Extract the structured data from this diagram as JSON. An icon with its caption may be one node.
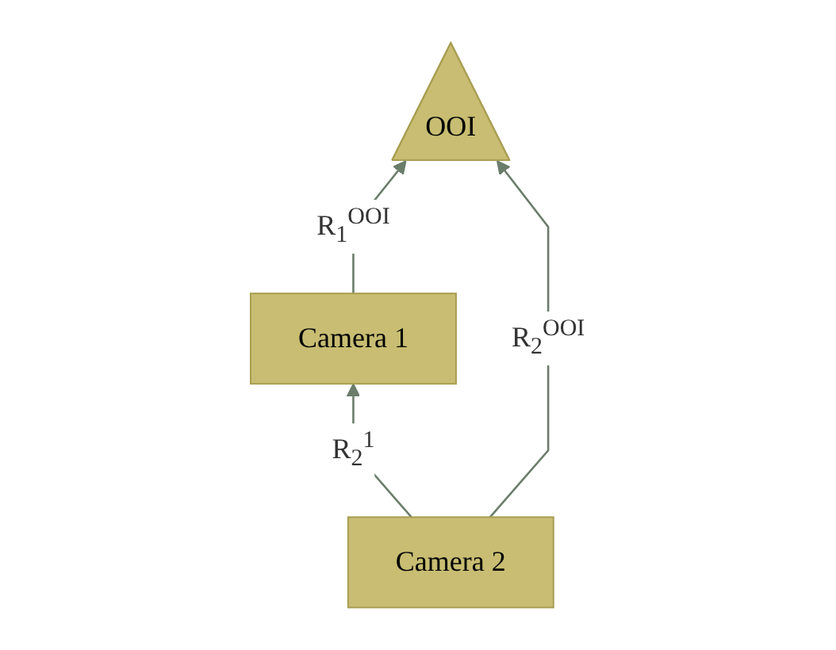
{
  "diagram": {
    "nodes": [
      {
        "text": [
          "OOI"
        ]
      },
      {
        "text": [
          "Camera 1"
        ]
      },
      {
        "text": [
          "Camera 2"
        ]
      }
    ],
    "edges": [
      {
        "from": 1,
        "to": 0,
        "arrow": "to",
        "label": "R$_{1}$$^{OOI}$"
      },
      {
        "from": 2,
        "to": 0,
        "arrow": "to",
        "label": "R$_{2}$$^{OOI}$"
      },
      {
        "from": 2,
        "to": 1,
        "arrow": "to",
        "label": "R$_{2}$$^{1}$"
      }
    ]
  }
}
